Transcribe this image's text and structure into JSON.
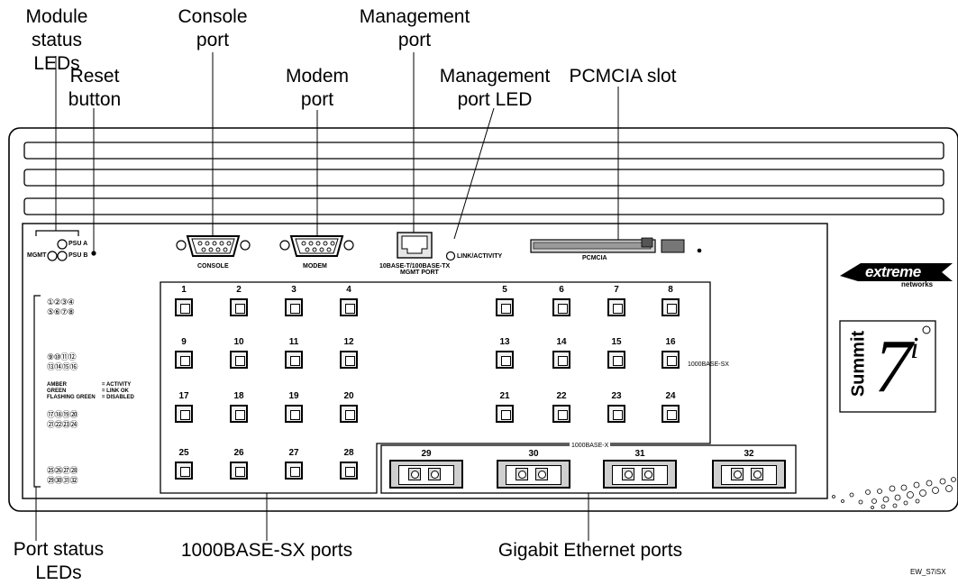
{
  "callouts": {
    "module_status_leds": "Module status\nLEDs",
    "console_port": "Console\nport",
    "management_port": "Management\nport",
    "reset_button": "Reset\nbutton",
    "modem_port": "Modem\nport",
    "management_port_led": "Management\nport LED",
    "pcmcia_slot": "PCMCIA slot",
    "port_status_leds": "Port status\nLEDs",
    "sx_ports": "1000BASE-SX ports",
    "gigabit_ports": "Gigabit Ethernet ports"
  },
  "panel_labels": {
    "psu_a": "PSU A",
    "psu_b": "PSU B",
    "mgmt": "MGMT",
    "console": "CONSOLE",
    "modem": "MODEM",
    "mgmt_port_line1": "10BASE-T/100BASE-TX",
    "mgmt_port_line2": "MGMT PORT",
    "link_activity": "LINK/ACTIVITY",
    "pcmcia": "PCMCIA",
    "sx_group": "1000BASE-SX",
    "x_group": "1000BASE-X",
    "brand": "extreme",
    "brand_sub": "networks",
    "model_word": "Summit",
    "model_num": "7",
    "model_suffix": "i"
  },
  "led_legend": {
    "col1": "AMBER\nGREEN\nFLASHING GREEN",
    "col2": "= ACTIVITY\n= LINK OK\n= DISABLED"
  },
  "led_groups": [
    "①②③④\n⑤⑥⑦⑧",
    "⑨⑩⑪⑫\n⑬⑭⑮⑯",
    "⑰⑱⑲⑳\n㉑㉒㉓㉔",
    "㉕㉖㉗㉘\n㉙㉚㉛㉜"
  ],
  "sx_port_numbers": [
    "1",
    "2",
    "3",
    "4",
    "5",
    "6",
    "7",
    "8",
    "9",
    "10",
    "11",
    "12",
    "13",
    "14",
    "15",
    "16",
    "17",
    "18",
    "19",
    "20",
    "21",
    "22",
    "23",
    "24",
    "25",
    "26",
    "27",
    "28"
  ],
  "gbic_port_numbers": [
    "29",
    "30",
    "31",
    "32"
  ],
  "figure_id": "EW_S7iSX"
}
